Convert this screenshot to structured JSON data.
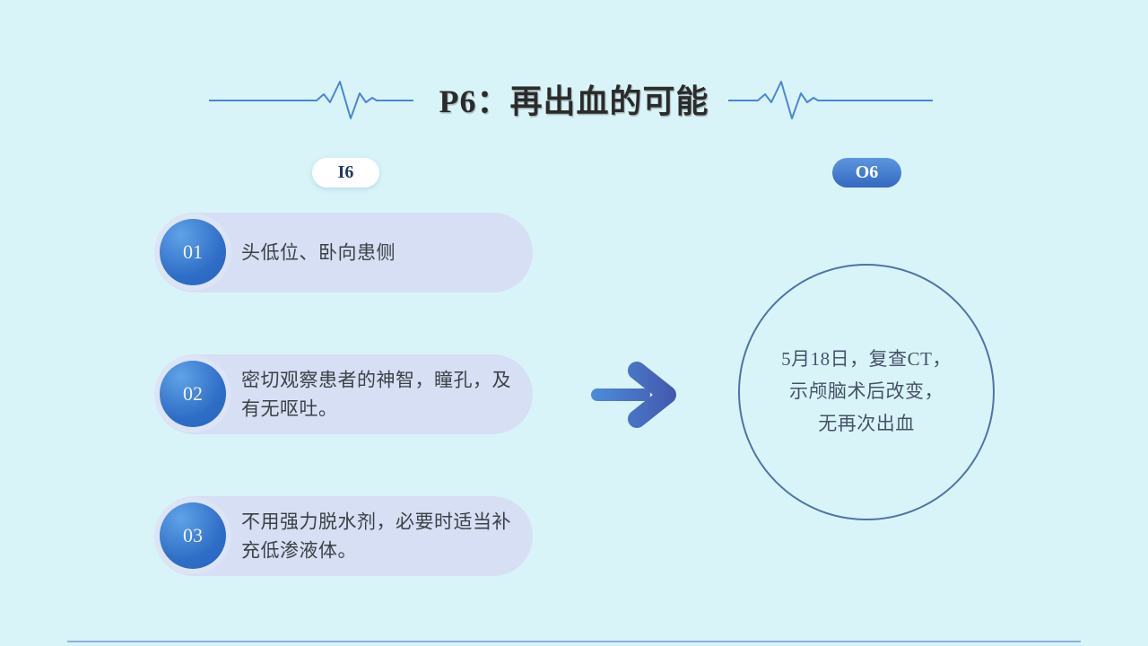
{
  "slide": {
    "title": "P6：再出血的可能",
    "badges": {
      "left": "I6",
      "right": "O6"
    },
    "steps": [
      {
        "number": "01",
        "text": "头低位、卧向患侧"
      },
      {
        "number": "02",
        "text": "密切观察患者的神智，瞳孔，及有无呕吐。"
      },
      {
        "number": "03",
        "text": "不用强力脱水剂，必要时适当补充低渗液体。"
      }
    ],
    "result": {
      "lines": [
        "5月18日，复查CT，",
        "示颅脑术后改变，",
        "无再次出血"
      ]
    },
    "colors": {
      "background": "#d9f4f8",
      "card_background": "#d6dff3",
      "ecg_line": "#4a86d8",
      "number_circle_gradient": [
        "#60a2e7",
        "#2763bd"
      ],
      "arrow_gradient": [
        "#4c8edb",
        "#4457ac"
      ],
      "result_circle_outline": "#4e73a7",
      "badge_o6_gradient": [
        "#5b97df",
        "#3468bf"
      ],
      "badge_i6_background": "#ffffff",
      "title_color": "#2b2b2b",
      "body_text_color": "#3c4147",
      "bottom_line": "#74a3d4"
    }
  }
}
